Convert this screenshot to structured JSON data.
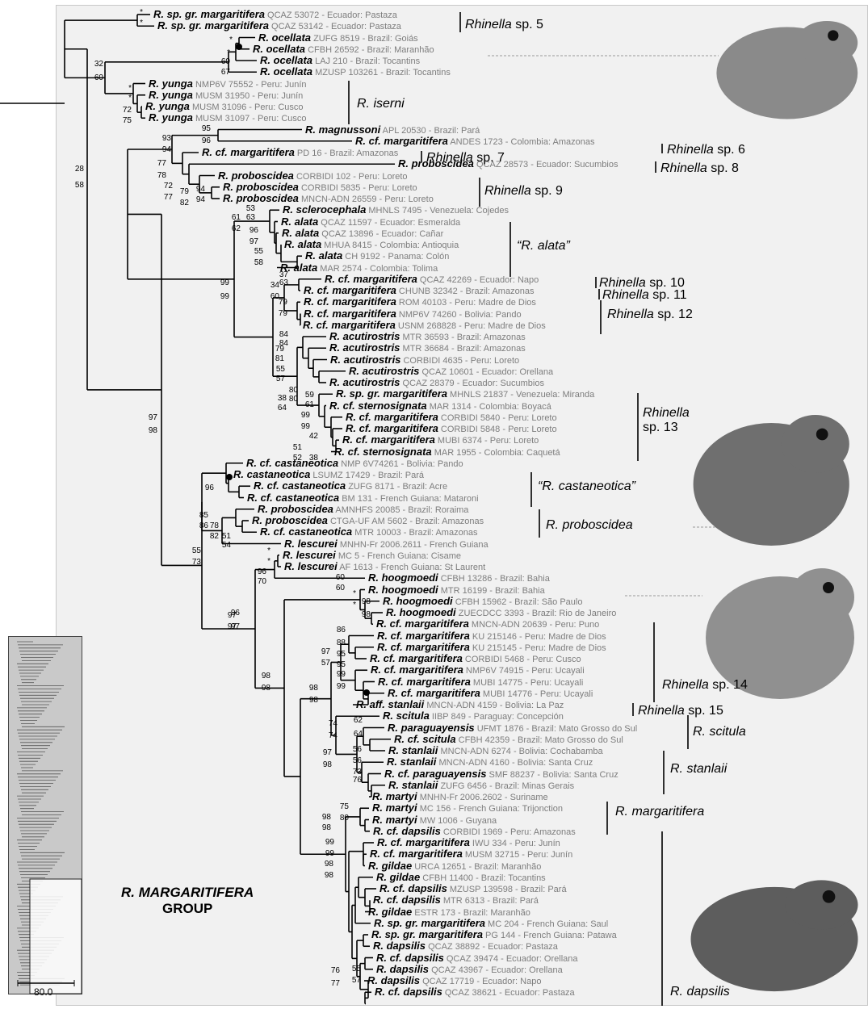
{
  "tips": [
    {
      "taxon": "R. sp. gr. margaritifera",
      "voucher": "QCAZ 53072 - Ecuador: Pastaza"
    },
    {
      "taxon": "R. sp. gr. margaritifera",
      "voucher": "QCAZ 53142 - Ecuador: Pastaza"
    },
    {
      "taxon": "R. ocellata",
      "voucher": "ZUFG 8519 - Brazil: Goiás"
    },
    {
      "taxon": "R. ocellata",
      "voucher": "CFBH 26592 - Brazil: Maranhão"
    },
    {
      "taxon": "R. ocellata",
      "voucher": "LAJ 210 - Brazil: Tocantins"
    },
    {
      "taxon": "R. ocellata",
      "voucher": "MZUSP 103261 - Brazil: Tocantins"
    },
    {
      "taxon": "R. yunga",
      "voucher": "NMP6V 75552 - Peru: Junín"
    },
    {
      "taxon": "R. yunga",
      "voucher": "MUSM 31950 - Peru: Junín"
    },
    {
      "taxon": "R. yunga",
      "voucher": "MUSM 31096 - Peru: Cusco"
    },
    {
      "taxon": "R. yunga",
      "voucher": "MUSM 31097 - Peru: Cusco"
    },
    {
      "taxon": "R. magnussoni",
      "voucher": "APL 20530 - Brazil: Pará"
    },
    {
      "taxon": "R. cf. margaritifera",
      "voucher": "ANDES 1723 - Colombia: Amazonas"
    },
    {
      "taxon": "R. cf. margaritifera",
      "voucher": "PD 16 - Brazil: Amazonas"
    },
    {
      "taxon": "R. proboscidea",
      "voucher": "QCAZ 28573 - Ecuador: Sucumbios"
    },
    {
      "taxon": "R. proboscidea",
      "voucher": "CORBIDI 102 - Peru: Loreto"
    },
    {
      "taxon": "R. proboscidea",
      "voucher": "CORBIDI 5835 - Peru: Loreto"
    },
    {
      "taxon": "R. proboscidea",
      "voucher": "MNCN-ADN 26559 - Peru: Loreto"
    },
    {
      "taxon": "R. sclerocephala",
      "voucher": "MHNLS 7495 - Venezuela: Cojedes"
    },
    {
      "taxon": "R. alata",
      "voucher": "QCAZ 11597 - Ecuador: Esmeralda"
    },
    {
      "taxon": "R. alata",
      "voucher": "QCAZ 13896 - Ecuador: Cañar"
    },
    {
      "taxon": "R. alata",
      "voucher": "MHUA 8415 - Colombia: Antioquia"
    },
    {
      "taxon": "R. alata",
      "voucher": "CH 9192 - Panama: Colón"
    },
    {
      "taxon": "R. alata",
      "voucher": "MAR 2574 - Colombia: Tolima"
    },
    {
      "taxon": "R. cf. margaritifera",
      "voucher": "QCAZ 42269 - Ecuador: Napo"
    },
    {
      "taxon": "R. cf. margaritifera",
      "voucher": "CHUNB 32342 - Brazil: Amazonas"
    },
    {
      "taxon": "R. cf. margaritifera",
      "voucher": "ROM 40103 - Peru: Madre de Dios"
    },
    {
      "taxon": "R. cf. margaritifera",
      "voucher": "NMP6V 74260 - Bolivia: Pando"
    },
    {
      "taxon": "R. cf. margaritifera",
      "voucher": "USNM 268828 - Peru: Madre de Dios"
    },
    {
      "taxon": "R. acutirostris",
      "voucher": "MTR 36593 - Brazil: Amazonas"
    },
    {
      "taxon": "R. acutirostris",
      "voucher": "MTR 36684 - Brazil: Amazonas"
    },
    {
      "taxon": "R. acutirostris",
      "voucher": "CORBIDI 4635 - Peru: Loreto"
    },
    {
      "taxon": "R. acutirostris",
      "voucher": "QCAZ 10601 - Ecuador: Orellana"
    },
    {
      "taxon": "R. acutirostris",
      "voucher": "QCAZ 28379 - Ecuador: Sucumbios"
    },
    {
      "taxon": "R. sp. gr. margaritifera",
      "voucher": "MHNLS 21837 - Venezuela: Miranda"
    },
    {
      "taxon": "R. cf. sternosignata",
      "voucher": "MAR 1314 - Colombia: Boyacá"
    },
    {
      "taxon": "R. cf. margaritifera",
      "voucher": "CORBIDI 5840 - Peru: Loreto"
    },
    {
      "taxon": "R. cf. margaritifera",
      "voucher": "CORBIDI 5848 - Peru: Loreto"
    },
    {
      "taxon": "R. cf. margaritifera",
      "voucher": "MUBI 6374 - Peru: Loreto"
    },
    {
      "taxon": "R. cf. sternosignata",
      "voucher": "MAR 1955 - Colombia: Caquetá"
    },
    {
      "taxon": "R. cf. castaneotica",
      "voucher": "NMP 6V74261 - Bolivia: Pando"
    },
    {
      "taxon": "R. castaneotica",
      "voucher": "LSUMZ 17429 - Brazil: Pará"
    },
    {
      "taxon": "R. cf. castaneotica",
      "voucher": "ZUFG 8171 - Brazil: Acre"
    },
    {
      "taxon": "R. cf. castaneotica",
      "voucher": "BM 131 - French Guiana: Mataroni"
    },
    {
      "taxon": "R. proboscidea",
      "voucher": "AMNHFS 20085 - Brazil: Roraima"
    },
    {
      "taxon": "R. proboscidea",
      "voucher": "CTGA-UF AM 5602 - Brazil: Amazonas"
    },
    {
      "taxon": "R. cf. castaneotica",
      "voucher": "MTR 10003 - Brazil: Amazonas"
    },
    {
      "taxon": "R. lescurei",
      "voucher": "MNHN-Fr 2006.2611 - French Guiana"
    },
    {
      "taxon": "R. lescurei",
      "voucher": "MC 5 - French Guiana: Cisame"
    },
    {
      "taxon": "R. lescurei",
      "voucher": "AF 1613 - French Guiana: St Laurent"
    },
    {
      "taxon": "R. hoogmoedi",
      "voucher": "CFBH 13286 - Brazil: Bahia"
    },
    {
      "taxon": "R. hoogmoedi",
      "voucher": "MTR 16199 - Brazil: Bahia"
    },
    {
      "taxon": "R. hoogmoedi",
      "voucher": "CFBH 15962 - Brazil: São Paulo"
    },
    {
      "taxon": "R. hoogmoedi",
      "voucher": "ZUECDCC 3393 - Brazil: Rio de Janeiro"
    },
    {
      "taxon": "R. cf. margaritifera",
      "voucher": "MNCN-ADN 20639 - Peru: Puno"
    },
    {
      "taxon": "R. cf. margaritifera",
      "voucher": "KU 215146 - Peru: Madre de Dios"
    },
    {
      "taxon": "R. cf. margaritifera",
      "voucher": "KU 215145 - Peru: Madre de Dios"
    },
    {
      "taxon": "R. cf. margaritifera",
      "voucher": "CORBIDI 5468 - Peru: Cusco"
    },
    {
      "taxon": "R. cf. margaritifera",
      "voucher": "NMP6V 74915 - Peru: Ucayali"
    },
    {
      "taxon": "R. cf. margaritifera",
      "voucher": "MUBI 14775 - Peru: Ucayali"
    },
    {
      "taxon": "R. cf. margaritifera",
      "voucher": "MUBI 14776 - Peru: Ucayali"
    },
    {
      "taxon": "R. aff. stanlaii",
      "voucher": "MNCN-ADN 4159 - Bolivia: La Paz"
    },
    {
      "taxon": "R. scitula",
      "voucher": "IIBP 849 - Paraguay: Concepción"
    },
    {
      "taxon": "R. paraguayensis",
      "voucher": "UFMT 1876 - Brazil: Mato Grosso do Sul"
    },
    {
      "taxon": "R. cf. scitula",
      "voucher": "CFBH 42359 - Brazil: Mato Grosso do Sul"
    },
    {
      "taxon": "R. stanlaii",
      "voucher": "MNCN-ADN 6274 - Bolivia: Cochabamba"
    },
    {
      "taxon": "R. stanlaii",
      "voucher": "MNCN-ADN 4160 - Bolivia: Santa Cruz"
    },
    {
      "taxon": "R. cf. paraguayensis",
      "voucher": "SMF 88237 - Bolivia: Santa Cruz"
    },
    {
      "taxon": "R. stanlaii",
      "voucher": "ZUFG 6456 - Brazil: Minas Gerais"
    },
    {
      "taxon": "R. martyi",
      "voucher": "MNHN-Fr 2006.2602 - Suriname"
    },
    {
      "taxon": "R. martyi",
      "voucher": "MC 156 - French Guiana: Trijonction"
    },
    {
      "taxon": "R. martyi",
      "voucher": "MW 1006 - Guyana"
    },
    {
      "taxon": "R. cf. dapsilis",
      "voucher": "CORBIDI 1969 - Peru: Amazonas"
    },
    {
      "taxon": "R. cf. margaritifera",
      "voucher": "IWU 334 - Peru: Junín"
    },
    {
      "taxon": "R. cf. margaritifera",
      "voucher": "MUSM 32715 - Peru: Junín"
    },
    {
      "taxon": "R. gildae",
      "voucher": "URCA 12651 - Brazil: Maranhão"
    },
    {
      "taxon": "R. gildae",
      "voucher": "CFBH 11400 - Brazil: Tocantins"
    },
    {
      "taxon": "R. cf. dapsilis",
      "voucher": "MZUSP 139598 - Brazil: Pará"
    },
    {
      "taxon": "R. cf. dapsilis",
      "voucher": "MTR 6313 - Brazil: Pará"
    },
    {
      "taxon": "R. gildae",
      "voucher": "ESTR 173 - Brazil: Maranhão"
    },
    {
      "taxon": "R. sp. gr. margaritifera",
      "voucher": "MC 204 - French Guiana: Saul"
    },
    {
      "taxon": "R. sp. gr. margaritifera",
      "voucher": "PG 144 - French Guiana: Patawa"
    },
    {
      "taxon": "R. dapsilis",
      "voucher": "QCAZ 38892 - Ecuador: Pastaza"
    },
    {
      "taxon": "R. cf. dapsilis",
      "voucher": "QCAZ 39474 - Ecuador: Orellana"
    },
    {
      "taxon": "R. dapsilis",
      "voucher": "QCAZ 43967 - Ecuador: Orellana"
    },
    {
      "taxon": "R. dapsilis",
      "voucher": "QCAZ 17719 - Ecuador: Napo"
    },
    {
      "taxon": "R. cf. dapsilis",
      "voucher": "QCAZ 38621 - Ecuador: Pastaza"
    }
  ],
  "clades": [
    {
      "label": "Rhinella sp. 5"
    },
    {
      "label": "R. iserni"
    },
    {
      "label": "Rhinella sp. 6"
    },
    {
      "label": "Rhinella sp. 7"
    },
    {
      "label": "Rhinella sp. 8"
    },
    {
      "label": "Rhinella sp. 9"
    },
    {
      "label": "“R. alata”"
    },
    {
      "label": "Rhinella sp. 10"
    },
    {
      "label": "Rhinella sp. 11"
    },
    {
      "label": "Rhinella sp. 12"
    },
    {
      "label": "Rhinella sp. 13"
    },
    {
      "label": "“R. castaneotica”"
    },
    {
      "label": "R. proboscidea"
    },
    {
      "label": "Rhinella sp. 14"
    },
    {
      "label": "Rhinella sp. 15"
    },
    {
      "label": "R. scitula"
    },
    {
      "label": "R. stanlaii"
    },
    {
      "label": "R. margaritifera"
    },
    {
      "label": "R. dapsilis"
    }
  ],
  "support": [
    "*",
    "*",
    "*",
    "*",
    "60",
    "67",
    "32",
    "60",
    "*",
    "*",
    "72",
    "75",
    "28",
    "58",
    "95",
    "96",
    "93",
    "94",
    "77",
    "78",
    "72",
    "77",
    "79",
    "82",
    "94",
    "94",
    "53",
    "61",
    "63",
    "62",
    "96",
    "97",
    "55",
    "58",
    "37",
    "63",
    "34",
    "60",
    "79",
    "79",
    "99",
    "99",
    "84",
    "84",
    "79",
    "81",
    "55",
    "57",
    "80",
    "80",
    "38",
    "64",
    "59",
    "61",
    "99",
    "99",
    "42",
    "51",
    "52",
    "38",
    "97",
    "98",
    "96",
    "85",
    "86",
    "78",
    "82",
    "51",
    "54",
    "55",
    "73",
    "*",
    "*",
    "96",
    "70",
    "60",
    "60",
    "*",
    "*",
    "98",
    "98",
    "97",
    "97",
    "86",
    "88",
    "97",
    "57",
    "95",
    "95",
    "99",
    "99",
    "98",
    "98",
    "74",
    "74",
    "62",
    "64",
    "56",
    "56",
    "73",
    "76",
    "97",
    "98",
    "96",
    "97",
    "98",
    "98",
    "75",
    "80",
    "98",
    "98",
    "99",
    "99",
    "98",
    "98",
    "55",
    "57",
    "76",
    "77"
  ],
  "group_label": {
    "line1": "R. MARGARITIFERA",
    "line2": "GROUP"
  },
  "scale_label": "80.0",
  "colors": {
    "panel": "#f1f1f1",
    "branch": "#000000",
    "voucher": "#7d7d7d",
    "minimap": "#c9c9c9"
  }
}
